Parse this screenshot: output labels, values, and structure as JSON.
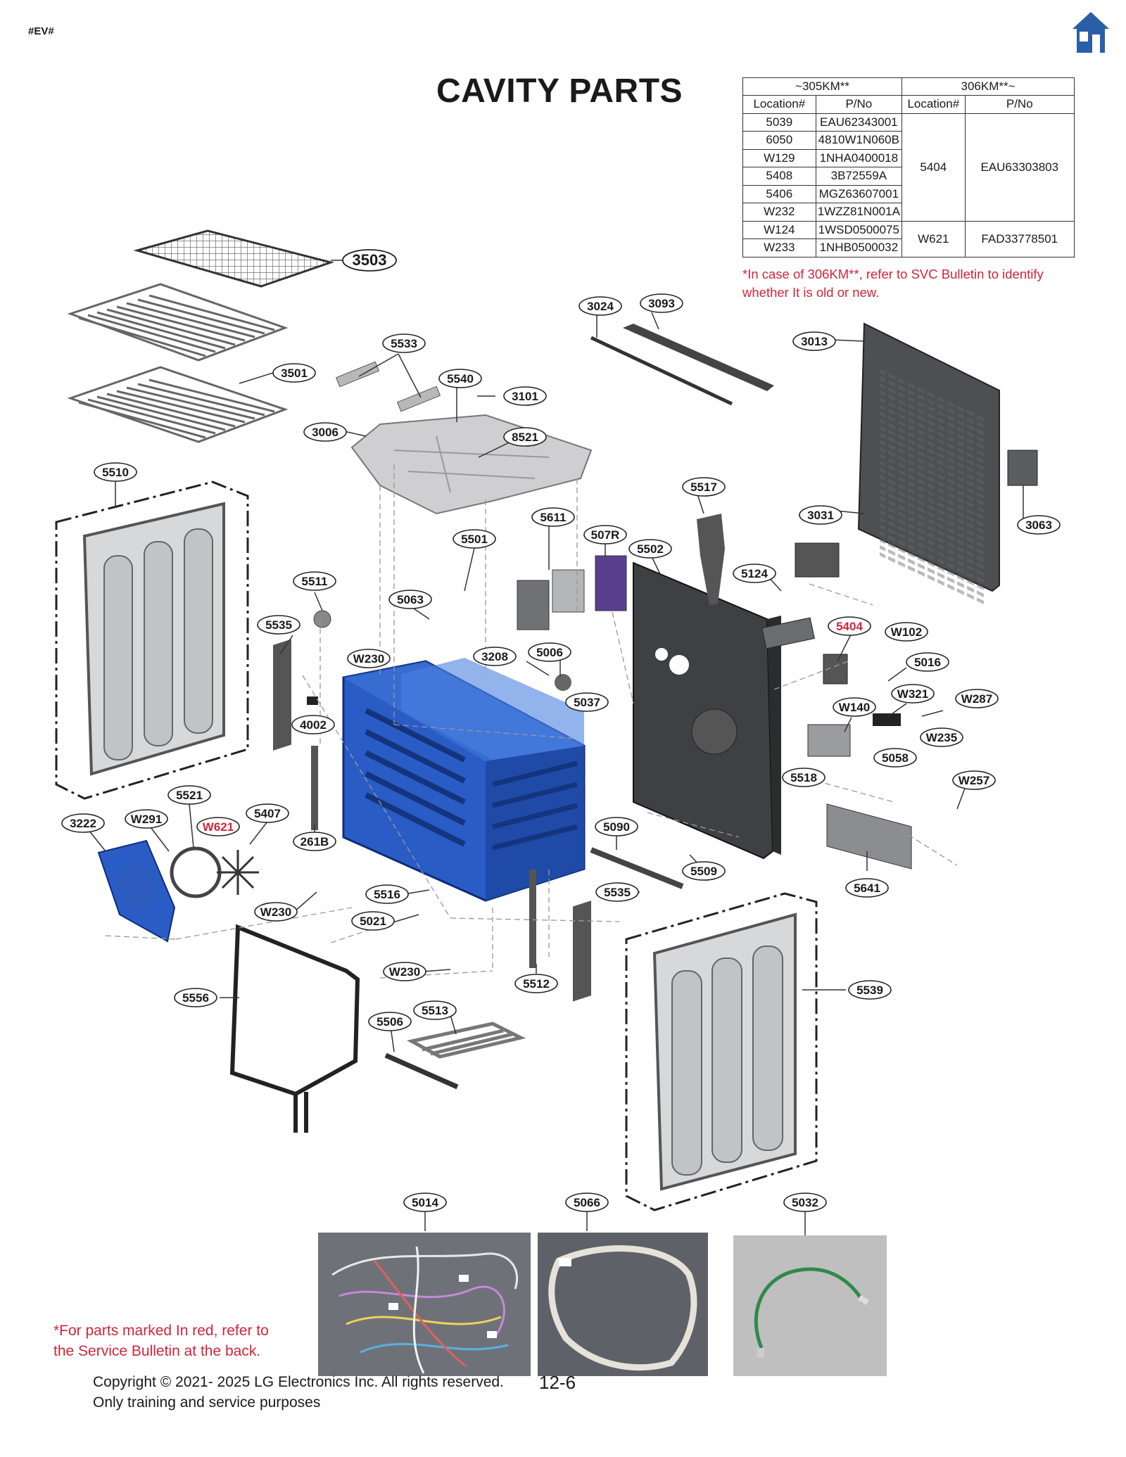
{
  "header": {
    "tag": "#EV#",
    "title": "CAVITY PARTS"
  },
  "icons": {
    "home": "home-icon"
  },
  "colors": {
    "accent_red": "#d0263a",
    "cavity_blue": "#2454b8",
    "home_blue": "#2a5fa8"
  },
  "table": {
    "group_a": "~305KM**",
    "group_b": "306KM**~",
    "col_location": "Location#",
    "col_pno": "P/No",
    "left_rows": [
      {
        "loc": "5039",
        "pno": "EAU62343001"
      },
      {
        "loc": "6050",
        "pno": "4810W1N060B"
      },
      {
        "loc": "W129",
        "pno": "1NHA0400018"
      },
      {
        "loc": "5408",
        "pno": "3B72559A"
      },
      {
        "loc": "5406",
        "pno": "MGZ63607001"
      },
      {
        "loc": "W232",
        "pno": "1WZZ81N001A"
      },
      {
        "loc": "W124",
        "pno": "1WSD0500075"
      },
      {
        "loc": "W233",
        "pno": "1NHB0500032"
      }
    ],
    "right_rows": [
      {
        "loc": "5404",
        "pno": "EAU63303803"
      },
      {
        "loc": "W621",
        "pno": "FAD33778501"
      }
    ]
  },
  "notes": {
    "svc_line1": "*In case of 306KM**, refer to SVC Bulletin to identify",
    "svc_line2": "whether It is old or new.",
    "red_line1": "*For parts marked In red, refer to",
    "red_line2": "the Service Bulletin at the back."
  },
  "footer": {
    "copyright_line1": "Copyright © 2021- 2025 LG Electronics Inc. All rights reserved.",
    "copyright_line2": "Only training and service purposes",
    "page": "12-6"
  },
  "part_labels": [
    {
      "text": "3503",
      "red": false,
      "big": true
    },
    {
      "text": "3501",
      "red": false
    },
    {
      "text": "5533",
      "red": false
    },
    {
      "text": "5540",
      "red": false
    },
    {
      "text": "3101",
      "red": false
    },
    {
      "text": "3006",
      "red": false
    },
    {
      "text": "8521",
      "red": false
    },
    {
      "text": "3024",
      "red": false
    },
    {
      "text": "3093",
      "red": false
    },
    {
      "text": "3013",
      "red": false
    },
    {
      "text": "5510",
      "red": false
    },
    {
      "text": "5517",
      "red": false
    },
    {
      "text": "3031",
      "red": false
    },
    {
      "text": "3063",
      "red": false
    },
    {
      "text": "5611",
      "red": false
    },
    {
      "text": "507R",
      "red": false
    },
    {
      "text": "5501",
      "red": false
    },
    {
      "text": "5502",
      "red": false
    },
    {
      "text": "5124",
      "red": false
    },
    {
      "text": "5511",
      "red": false
    },
    {
      "text": "5063",
      "red": false
    },
    {
      "text": "5535",
      "red": false
    },
    {
      "text": "5404",
      "red": true
    },
    {
      "text": "W102",
      "red": false
    },
    {
      "text": "W230",
      "red": false
    },
    {
      "text": "3208",
      "red": false
    },
    {
      "text": "5006",
      "red": false
    },
    {
      "text": "5016",
      "red": false
    },
    {
      "text": "W321",
      "red": false
    },
    {
      "text": "W287",
      "red": false
    },
    {
      "text": "5037",
      "red": false
    },
    {
      "text": "4002",
      "red": false
    },
    {
      "text": "W140",
      "red": false
    },
    {
      "text": "W235",
      "red": false
    },
    {
      "text": "5518",
      "red": false
    },
    {
      "text": "5058",
      "red": false
    },
    {
      "text": "W257",
      "red": false
    },
    {
      "text": "5521",
      "red": false
    },
    {
      "text": "W291",
      "red": false
    },
    {
      "text": "W621",
      "red": true
    },
    {
      "text": "5407",
      "red": false
    },
    {
      "text": "3222",
      "red": false
    },
    {
      "text": "261B",
      "red": false
    },
    {
      "text": "5090",
      "red": false
    },
    {
      "text": "5509",
      "red": false
    },
    {
      "text": "5641",
      "red": false
    },
    {
      "text": "5516",
      "red": false
    },
    {
      "text": "5535",
      "red": false
    },
    {
      "text": "W230",
      "red": false
    },
    {
      "text": "5021",
      "red": false
    },
    {
      "text": "W230",
      "red": false
    },
    {
      "text": "5512",
      "red": false
    },
    {
      "text": "5556",
      "red": false
    },
    {
      "text": "5539",
      "red": false
    },
    {
      "text": "5513",
      "red": false
    },
    {
      "text": "5506",
      "red": false
    },
    {
      "text": "5014",
      "red": false
    },
    {
      "text": "5066",
      "red": false
    },
    {
      "text": "5032",
      "red": false
    }
  ]
}
